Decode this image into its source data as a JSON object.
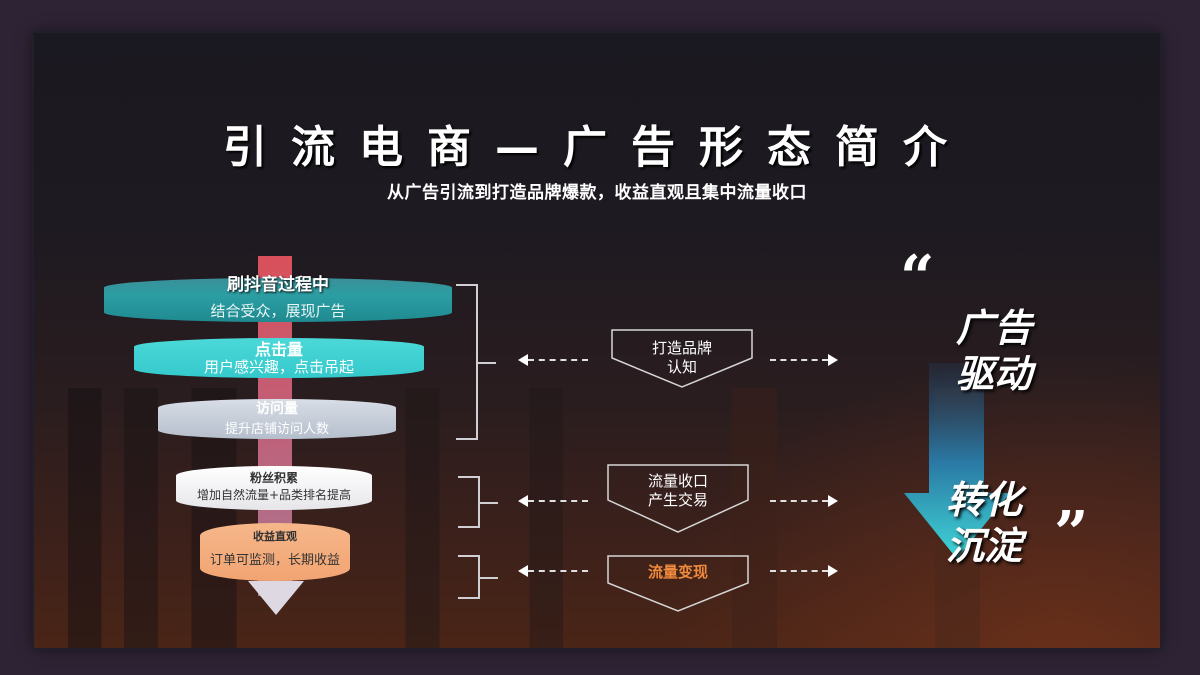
{
  "slide": {
    "title": "引流电商—广告形态简介",
    "subtitle": "从广告引流到打造品牌爆款，收益直观且集中流量收口"
  },
  "funnel": [
    {
      "heading": "刷抖音过程中",
      "text": "结合受众，展现广告",
      "color": "#2b9ea3"
    },
    {
      "heading": "点击量",
      "text": "用户感兴趣，点击吊起",
      "color": "#3ecfd2"
    },
    {
      "heading": "访问量",
      "text": "提升店铺访问人数",
      "color": "#c4ccd8"
    },
    {
      "heading": "粉丝积累",
      "text": "增加自然流量+品类排名提高",
      "color": "#f2f2f4"
    },
    {
      "heading": "收益直观",
      "text": "订单可监测，长期收益",
      "color": "#f4ad7e"
    }
  ],
  "stages": [
    {
      "line1": "打造品牌",
      "line2": "认知",
      "color": "#ffffff"
    },
    {
      "line1": "流量收口",
      "line2": "产生交易",
      "color": "#ffffff"
    },
    {
      "line1": "流量变现",
      "line2": "",
      "color": "#f08a3c"
    }
  ],
  "slogan": {
    "open_quote": "“",
    "close_quote": "”",
    "top_line1": "广告",
    "top_line2": "驱动",
    "bottom_line1": "转化",
    "bottom_line2": "沉淀"
  },
  "icons": {
    "left_arrow": "arrow-left-icon",
    "right_arrow": "arrow-right-icon",
    "down_arrow": "arrow-down-icon"
  }
}
